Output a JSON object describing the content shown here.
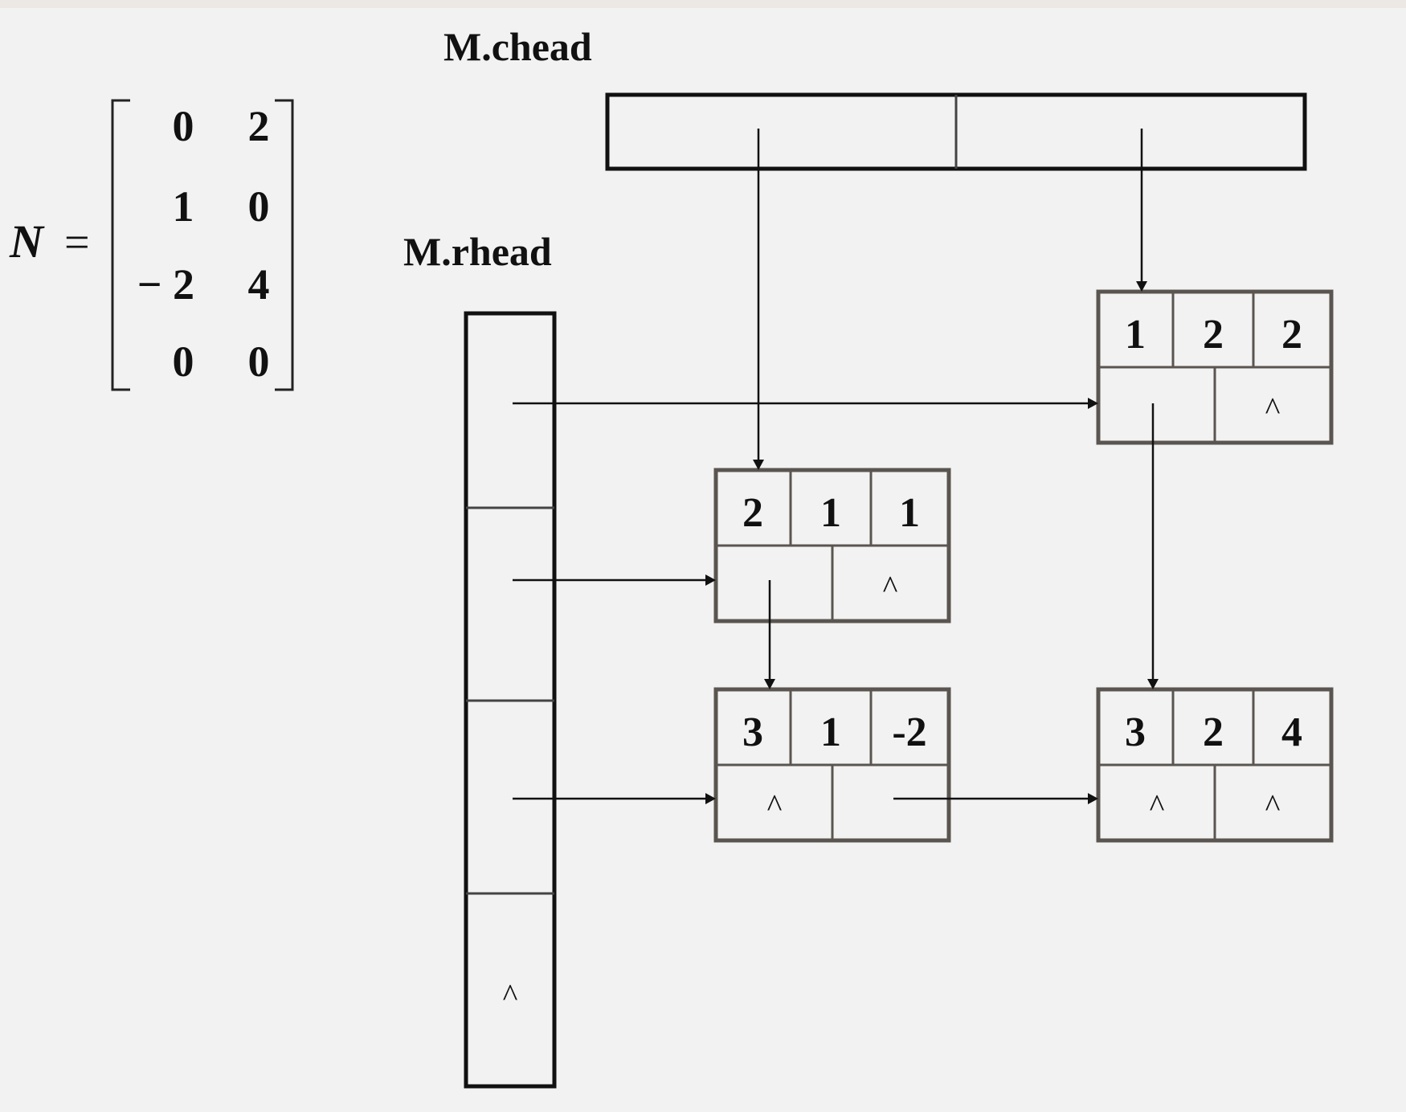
{
  "matrix": {
    "name": "N",
    "equals": "=",
    "rows": [
      [
        "0",
        "2"
      ],
      [
        "1",
        "0"
      ],
      [
        "− 2",
        "4"
      ],
      [
        "0",
        "0"
      ]
    ]
  },
  "labels": {
    "chead": "M.chead",
    "rhead": "M.rhead"
  },
  "null_symbol": "^",
  "nodes": [
    {
      "id": "n122",
      "row": "1",
      "col": "2",
      "value": "2",
      "down": "link",
      "right": "^"
    },
    {
      "id": "n211",
      "row": "2",
      "col": "1",
      "value": "1",
      "down": "link",
      "right": "^"
    },
    {
      "id": "n31m2",
      "row": "3",
      "col": "1",
      "value": "-2",
      "down": "^",
      "right": "link"
    },
    {
      "id": "n324",
      "row": "3",
      "col": "2",
      "value": "4",
      "down": "^",
      "right": "^"
    }
  ]
}
